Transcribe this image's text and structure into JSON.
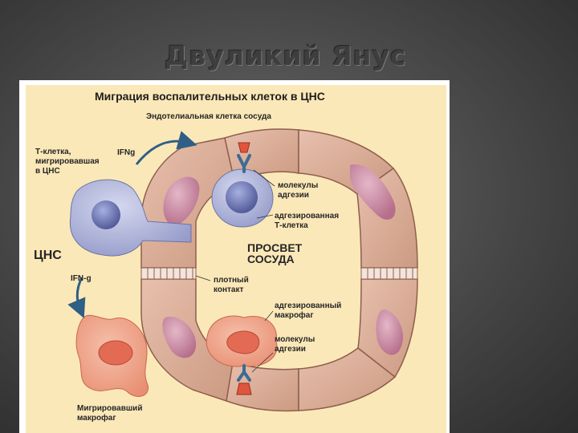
{
  "slide": {
    "title": "Двуликий Янус"
  },
  "diagram": {
    "title": "Миграция воспалительных клеток в ЦНС",
    "labels": {
      "endothelial_cell": "Эндотелиальная клетка сосуда",
      "t_cell_migrated_1": "Т-клетка,",
      "t_cell_migrated_2": "мигрировавшая",
      "t_cell_migrated_3": "в ЦНС",
      "ifng_top": "IFNg",
      "cns": "ЦНС",
      "ifng_left": "IFN-g",
      "adhesion_top_1": "молекулы",
      "adhesion_top_2": "адгезии",
      "adhered_t_1": "адгезированная",
      "adhered_t_2": "Т-клетка",
      "lumen_1": "ПРОСВЕТ",
      "lumen_2": "СОСУДА",
      "tight_1": "плотный",
      "tight_2": "контакт",
      "adhered_m_1": "адгезированный",
      "adhered_m_2": "макрофаг",
      "adhesion_bot_1": "молекулы",
      "adhesion_bot_2": "адгезии",
      "migrated_m_1": "Мигрировавший",
      "migrated_m_2": "макрофаг"
    }
  },
  "colors": {
    "panel_bg": "#fbe8b8",
    "vessel_wall": "#d9ab94",
    "nucleus": "#c98aa3",
    "t_cell": "#aeb3d6",
    "macrophage": "#f2a88f",
    "arrow": "#2f5e86"
  }
}
